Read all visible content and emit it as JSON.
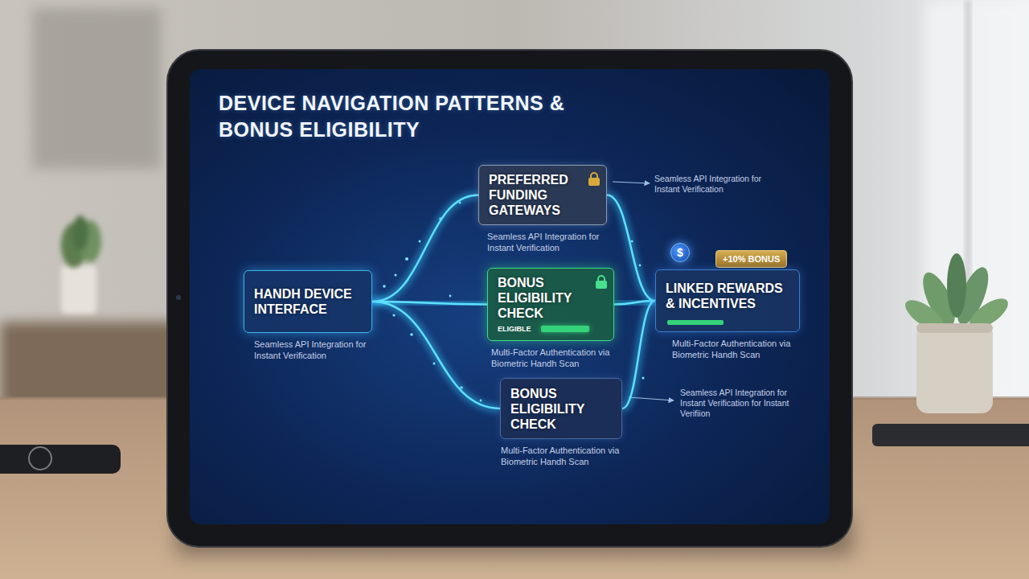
{
  "diagram": {
    "title": "DEVICE NAVIGATION PATTERNS & BONUS ELIGIBILITY",
    "nodes": [
      {
        "text": [
          "HANDH DEVICE INTERFACE",
          "Seamless API Integration for Instant Verification"
        ]
      },
      {
        "text": [
          "PREFERRED FUNDING GATEWAYS",
          "Seamless API Integration for Instant Verification"
        ]
      },
      {
        "text": [
          "BONUS ELIGIBILITY CHECK",
          "ELIGIBLE",
          "Multi-Factor Authentication via Biometric Handh Scan"
        ]
      },
      {
        "text": [
          "$"
        ]
      },
      {
        "text": [
          "+10% BONUS"
        ]
      },
      {
        "text": [
          "LINKED REWARDS & INCENTIVES",
          "Multi-Factor Authentication via Biometric Handh Scan"
        ]
      },
      {
        "text": [
          "BONUS ELIGIBILITY CHECK",
          "Multi-Factor Authentication via Biometric Handh Scan"
        ]
      }
    ],
    "edges": [
      {
        "from": 0,
        "to": 1,
        "arrow": "none"
      },
      {
        "from": 0,
        "to": 2,
        "arrow": "none"
      },
      {
        "from": 0,
        "to": 6,
        "arrow": "none"
      },
      {
        "from": 1,
        "to": 5,
        "arrow": "none"
      },
      {
        "from": 2,
        "to": 5,
        "arrow": "none"
      },
      {
        "from": 6,
        "to": 5,
        "arrow": "none"
      }
    ],
    "labels": [
      "Seamless API Integration for Instant Verification",
      "Seamless API Integration for Instant Verification for Instant Verifiion"
    ]
  }
}
